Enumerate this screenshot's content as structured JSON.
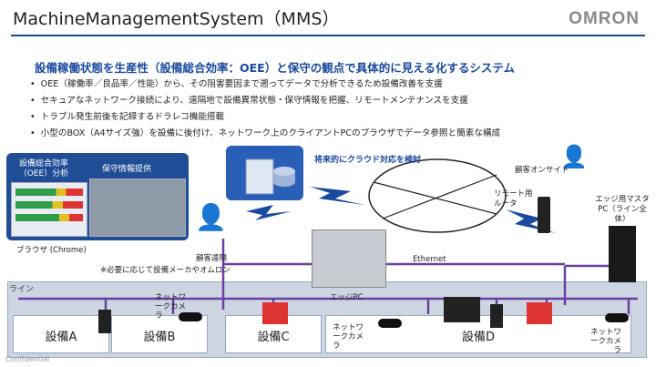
{
  "header": {
    "title": "MachineManagementSystem（MMS）",
    "logo": "OMRON"
  },
  "headline": "設備稼働状態を生産性（設備総合効率：OEE）と保守の観点で具体的に見える化するシステム",
  "bullets": [
    "OEE（稼働率／良品率／性能）から、その阻害要因まで遡ってデータで分析できるため設備改善を支援",
    "セキュアなネットワーク接続により、遠隔地で設備異常状態・保守情報を把握、リモートメンテナンスを支援",
    "トラブル発生前後を記録するドラレコ機能搭載",
    "小型のBOX（A4サイズ強）を設備に後付け、ネットワーク上のクライアントPCのブラウザでデータ参照と簡素な構成"
  ],
  "dashboard": {
    "oee_label": "設備総合効率（OEE）分析",
    "maintenance_label": "保守情報提供",
    "browser_label": "ブラウザ (Chrome)"
  },
  "remote": {
    "customer_remote": "顧客遠隔",
    "note": "※必要に応じて設備メーカやオムロン"
  },
  "cloud": {
    "note": "将来的にクラウド対応を検討"
  },
  "onsite": {
    "customer_onsite": "顧客オンサイト",
    "router": "リモート用ルータ",
    "edge_master": "エッジ用マスタPC（ライン全体）"
  },
  "network": {
    "ethernet": "Ethernet"
  },
  "edge_pc": "エッジPC",
  "line": {
    "label": "ライン",
    "camera": "ネットワークカメラ",
    "equipment": [
      "設備A",
      "設備B",
      "設備C",
      "設備D"
    ]
  },
  "footer": "Confidential",
  "colors": {
    "accent": "#1a49a0",
    "line": "#6a3fa0",
    "dash": "#1f4d96"
  }
}
